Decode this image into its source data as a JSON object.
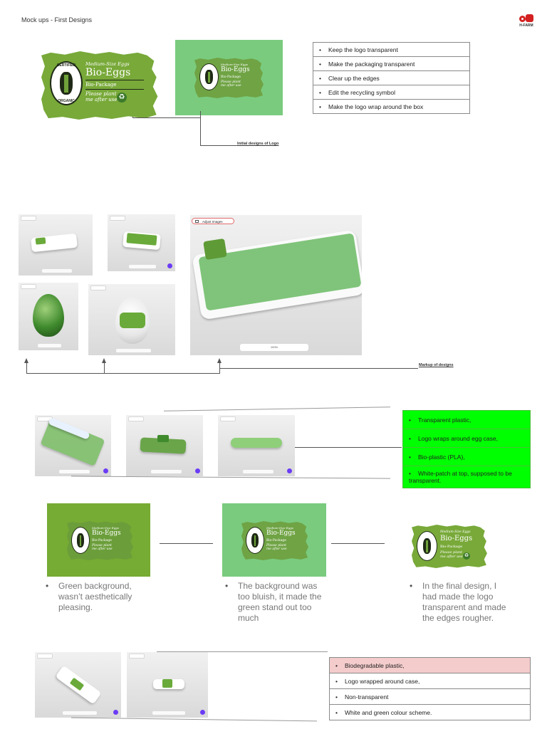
{
  "header": {
    "title": "Mock ups - First Designs",
    "brand": "H-FARM"
  },
  "logo": {
    "seal_top": "CERTIFIED",
    "seal_bottom": "ORGANIC",
    "line1": "Medium-Size Eggs",
    "line2": "Bio-Eggs",
    "line3": "Bio-Package",
    "line4a": "Please plant",
    "line4b": "me after use"
  },
  "feedback_list": [
    "Keep the logo transparent",
    "Make the packaging transparent",
    "Clear up the edges",
    "Edit the recycling symbol",
    "Make the logo wrap around the box"
  ],
  "caption_logo": "Initial designs of Logo",
  "adjust_button": "Adjust Images",
  "viewer_zoom": "100%",
  "caption_markup": "Markup of designs",
  "spec_list_1": [
    "Transparent plastic,",
    "Logo wraps around egg case,",
    "Bio-plastic (PLA),",
    "White-patch at top, supposed to be transparent."
  ],
  "notes": [
    "Green background, wasn’t aesthetically pleasing.",
    "The background was too bluish, it made the green stand out too much",
    "In the final design, I had made the logo transparent and made the edges rougher."
  ],
  "spec_list_2": [
    "Biodegradable plastic,",
    "Logo wrapped around case,",
    "Non-transparent",
    "White and green colour scheme."
  ],
  "colors": {
    "logo_green": "#78a939",
    "bg_green": "#76ab34",
    "bg_bluish": "#7acb7e",
    "highlight": "#00ff00",
    "pink": "#f4cccc"
  }
}
